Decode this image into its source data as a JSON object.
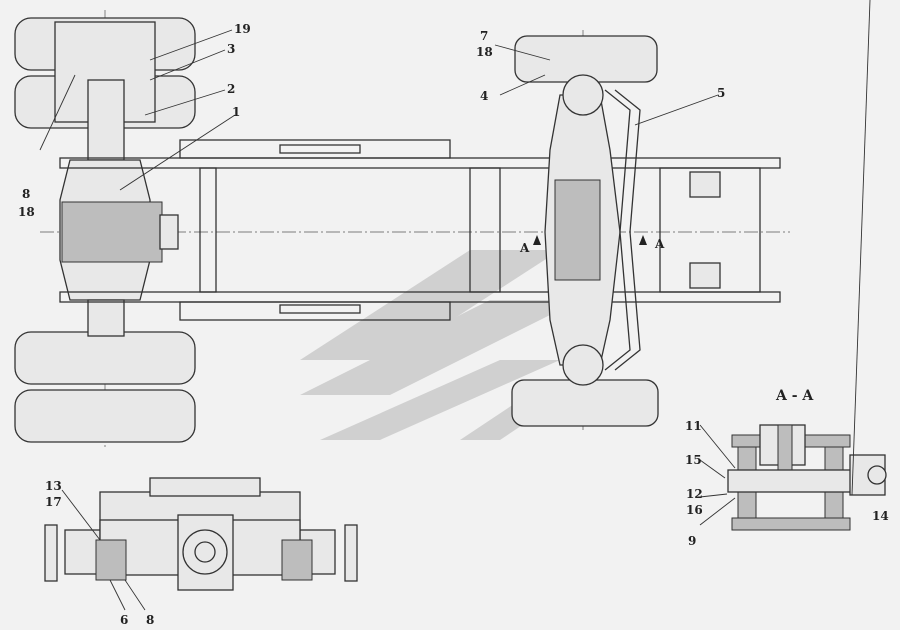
{
  "drawing": {
    "main_view_labels": {
      "l19": "19",
      "l3": "3",
      "l2": "2",
      "l1": "1",
      "l8": "8",
      "l18a": "18",
      "l7": "7",
      "l18b": "18",
      "l4": "4",
      "l5": "5",
      "secA1": "A",
      "secA2": "A"
    },
    "section_view": {
      "title": "A - A",
      "l11": "11",
      "l15": "15",
      "l12": "12",
      "l16": "16",
      "l9": "9",
      "l14": "14"
    },
    "axle_view_labels": {
      "l13": "13",
      "l17": "17",
      "l6": "6",
      "l8": "8"
    }
  }
}
